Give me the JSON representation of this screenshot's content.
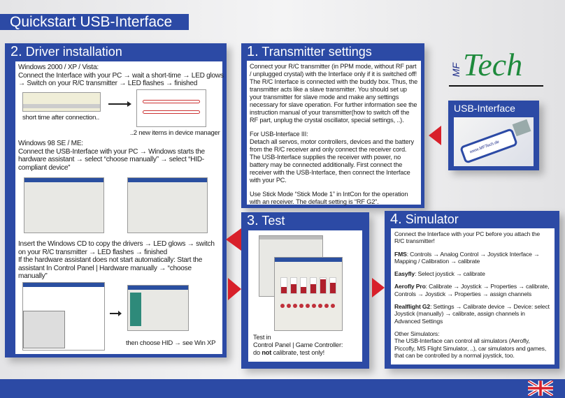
{
  "header": {
    "title": "Quickstart USB-Interface"
  },
  "driver": {
    "number": "2.",
    "title": "Driver installation",
    "xp_heading": "Windows 2000 / XP / Vista:",
    "xp_line1": "Connect the Interface with your PC → wait a short-time → LED glows",
    "xp_line2": "→ Switch on your R/C transmitter → LED flashes → finished",
    "xp_caption_left": "short time after connection..",
    "xp_caption_right": "..2 new items in device manager",
    "w98_heading": "Windows 98 SE / ME:",
    "w98_text": "Connect the USB-Interface with your PC → Windows starts the hardware assistant → select “choose manually” → select “HID-compliant device”",
    "cd_text": "Insert the Windows CD to copy the drivers → LED glows → switch on your R/C transmitter → LED flashes → finished",
    "assistant_text": "If the hardware assistant does not start automatically: Start the assistant In Control Panel | Hardware manually → “choose manually”",
    "cd_caption": "then choose HID → see Win XP"
  },
  "transmitter": {
    "number": "1.",
    "title": "Transmitter settings",
    "p1": "Connect your R/C transmitter (in PPM mode, without RF part / unplugged crystal) with the Interface only if it is switched off! The R/C Interface is connected with the buddy box. Thus, the transmitter acts like a slave transmitter. You should set up your transmitter for slave mode and make any settings necessary for slave operation. For further information see the instruction manual of your transmitter(how to switch off the RF part, unplug the crystal oscillator, special settings, ..).",
    "p2_heading": "For USB-Interface III:",
    "p2": "Detach all servos, motor controllers, devices and the battery from the R/C receiver and only connect the receiver cord. The USB-Interface supplies the receiver with power, no battery may be connected additionally. First connect the receiver with the USB-Interface, then connect the Interface with your PC.",
    "p3": "Use Stick Mode “Stick Mode 1” in IntCon for the operation with an receiver. The default setting is “RF G2”."
  },
  "logo": {
    "brand": "MFTech",
    "product_title": "USB-Interface",
    "stick_text": "www.MFTech.de"
  },
  "test": {
    "number": "3.",
    "title": "Test",
    "line1": "Test in",
    "line2": "Control Panel | Game Controller:",
    "line3_pre": "do ",
    "line3_bold": "not",
    "line3_post": " calibrate, test only!",
    "bar_levels": [
      0.4,
      0.6,
      0.4,
      0.6,
      0.9,
      0.7
    ]
  },
  "simulator": {
    "number": "4.",
    "title": "Simulator",
    "intro": "Connect the Interface with your PC before you attach the R/C transmitter!",
    "items": [
      {
        "name": "FMS",
        "text": ": Controls → Analog Control → Joystick Interface → Mapping / Calibration → calibrate"
      },
      {
        "name": "Easyfly",
        "text": ": Select joystick → calibrate"
      },
      {
        "name": "Aerofly Pro",
        "text": ": Calibrate → Joystick → Properties → calibrate, Controls → Joystick → Properties → assign channels"
      },
      {
        "name": "Realflight G2",
        "text": ": Settings → Calibrate device → Device: select Joystick (manually) → calibrate, assign channels in Advanced Settings"
      }
    ],
    "other_heading": "Other Simulators:",
    "other_text": "The USB-Interface can control all simulators (Aerofly, Piccofly, MS Flight Simulator, ..), car simulators and games, that can be controlled by a normal joystick, too."
  },
  "colors": {
    "brand_blue": "#2c4aa5",
    "arrow_red": "#d8202a",
    "logo_green": "#1e8a3c"
  },
  "footer": {
    "flag_icon": "uk-flag-icon"
  }
}
